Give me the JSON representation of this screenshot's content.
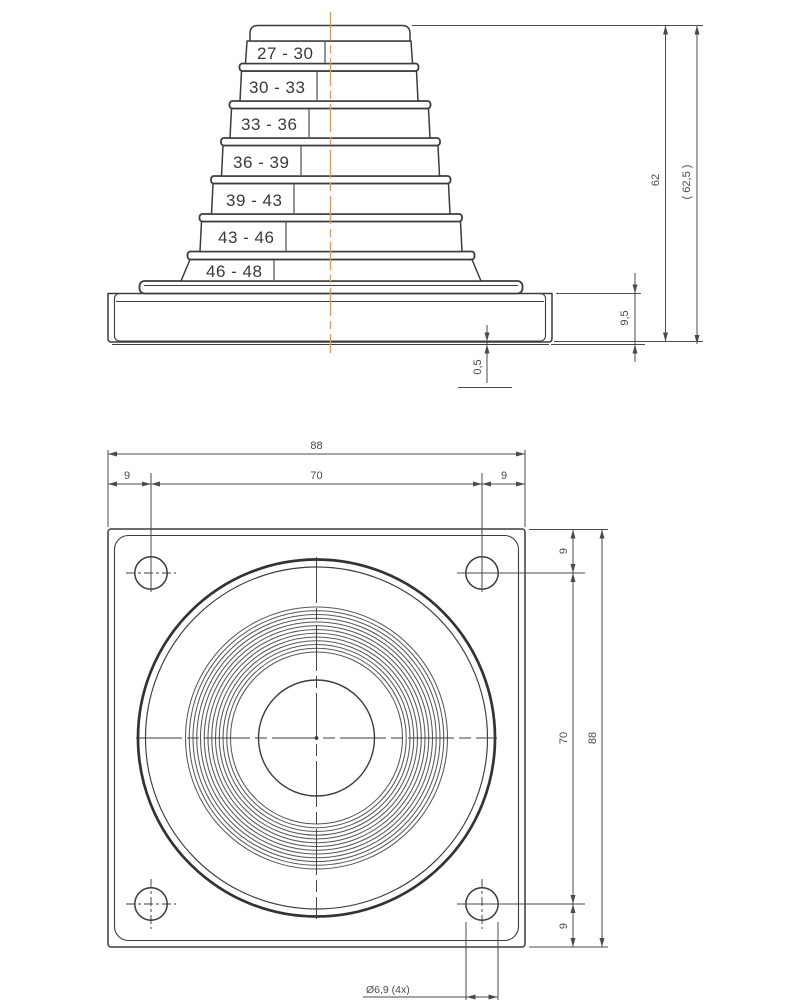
{
  "drawing": {
    "side_view": {
      "step_labels": [
        "27 - 30",
        "30 - 33",
        "33 - 36",
        "36 - 39",
        "39 - 43",
        "43 - 46",
        "46 - 48"
      ],
      "dimensions": {
        "total_height": "62",
        "total_height_overall": "( 62,5 )",
        "base_height": "9,5",
        "lip_height": "0,5"
      }
    },
    "top_view": {
      "dimensions": {
        "overall_width": "88",
        "hole_spacing_horizontal": "70",
        "edge_offset_left": "9",
        "edge_offset_right": "9",
        "edge_offset_top": "9",
        "hole_spacing_vertical": "70",
        "overall_height": "88",
        "edge_offset_bottom": "9",
        "hole_diameter": "Ø6,9 (4x)"
      }
    },
    "colors": {
      "line": "#3c3c3c",
      "dimension_line": "#4b4b4b",
      "centerline_orange": "#e79b4a"
    }
  }
}
